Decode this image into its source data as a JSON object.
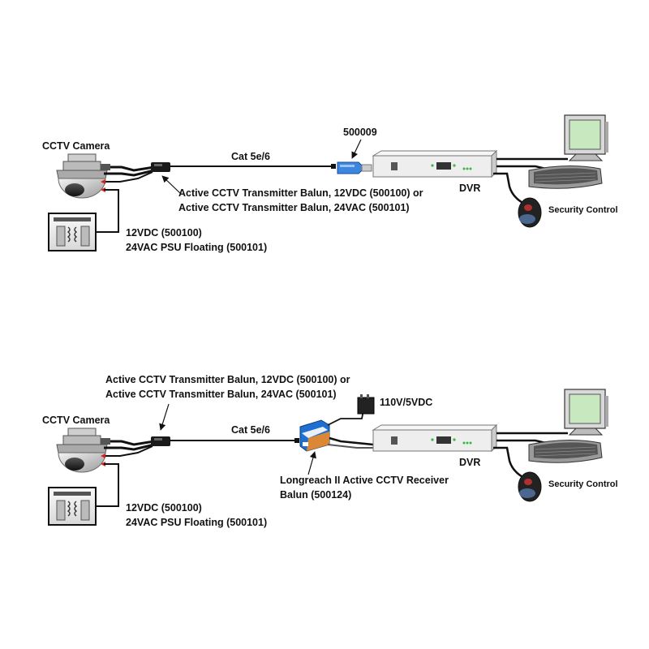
{
  "colors": {
    "cable": "#111111",
    "dvr_body": "#eeeeee",
    "psu_body": "#e6e6e6",
    "rx_balun_blue": "#1f6fd1",
    "rx_balun_orange": "#f08a24",
    "usb_blue": "#3d86e0",
    "monitor_screen": "#c8e8c0",
    "red_lead": "#d42020"
  },
  "icons": [
    "dome-camera-icon",
    "psu-icon",
    "transmitter-balun-icon",
    "usb-receiver-icon",
    "receiver-balun-icon",
    "power-adapter-icon",
    "dvr-icon",
    "monitor-icon",
    "keyboard-icon",
    "mouse-icon"
  ],
  "top": {
    "camera_label": "CCTV Camera",
    "cable_label": "Cat 5e/6",
    "receiver_part": "500009",
    "tx_balun_line1": "Active CCTV Transmitter Balun, 12VDC (500100) or",
    "tx_balun_line2": "Active CCTV Transmitter Balun, 24VAC (500101)",
    "psu_line1": "12VDC (500100)",
    "psu_line2": "24VAC PSU Floating (500101)",
    "dvr_label": "DVR",
    "security_label": "Security Control"
  },
  "bottom": {
    "tx_balun_line1": "Active CCTV Transmitter Balun, 12VDC (500100) or",
    "tx_balun_line2": "Active CCTV Transmitter Balun, 24VAC (500101)",
    "camera_label": "CCTV Camera",
    "cable_label": "Cat 5e/6",
    "power_label": "110V/5VDC",
    "rx_balun_line1": "Longreach II Active CCTV Receiver",
    "rx_balun_line2": "Balun (500124)",
    "psu_line1": "12VDC (500100)",
    "psu_line2": "24VAC PSU Floating (500101)",
    "dvr_label": "DVR",
    "security_label": "Security Control"
  }
}
